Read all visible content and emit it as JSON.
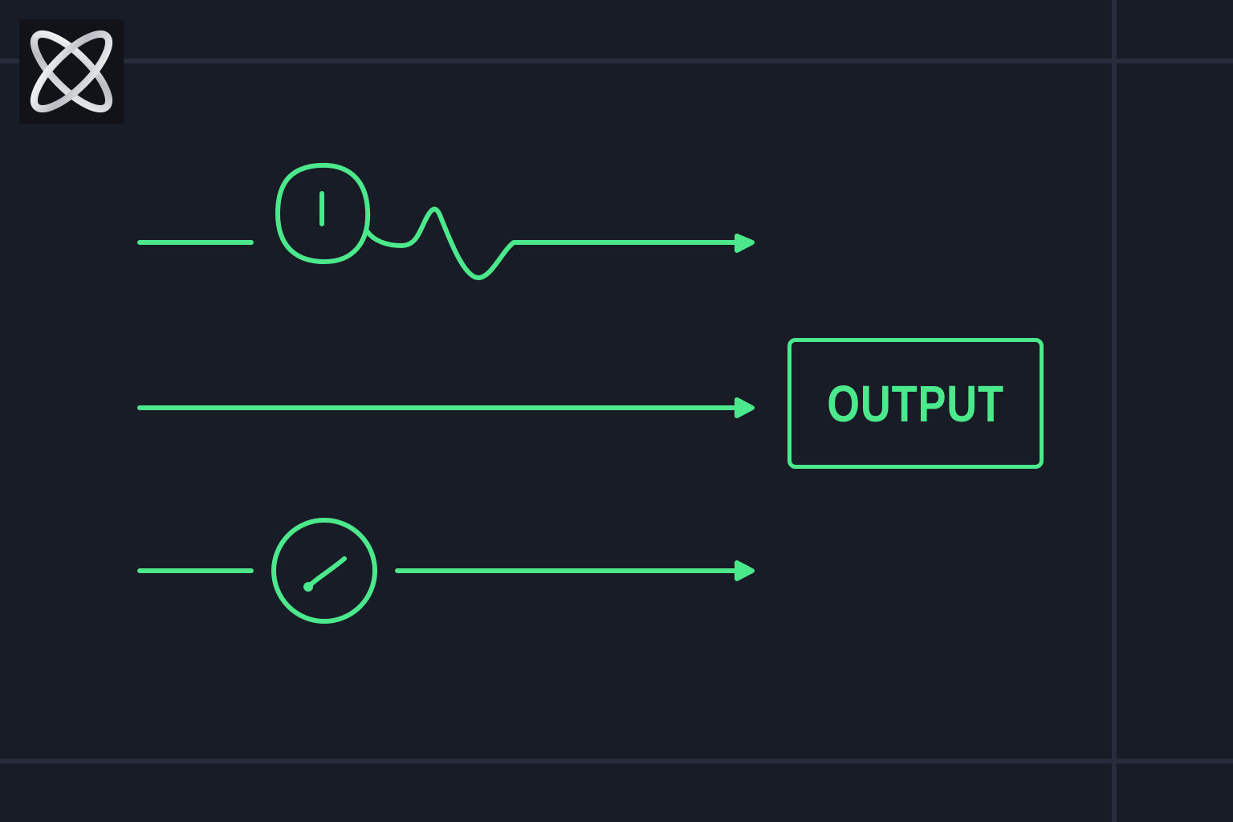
{
  "colors": {
    "background": "#171c27",
    "grid": "#272d3b",
    "accent": "#4be98b",
    "logo_bg": "#111318"
  },
  "logo": {
    "icon": "infinity-x-logo-icon"
  },
  "diagram": {
    "signals": [
      {
        "name": "row-1",
        "icon": "knob-icon",
        "segment": "waveform"
      },
      {
        "name": "row-2",
        "icon": "",
        "segment": "straight"
      },
      {
        "name": "row-3",
        "icon": "dial-gauge-icon",
        "segment": "straight"
      }
    ],
    "output": {
      "label": "OUTPUT"
    }
  }
}
